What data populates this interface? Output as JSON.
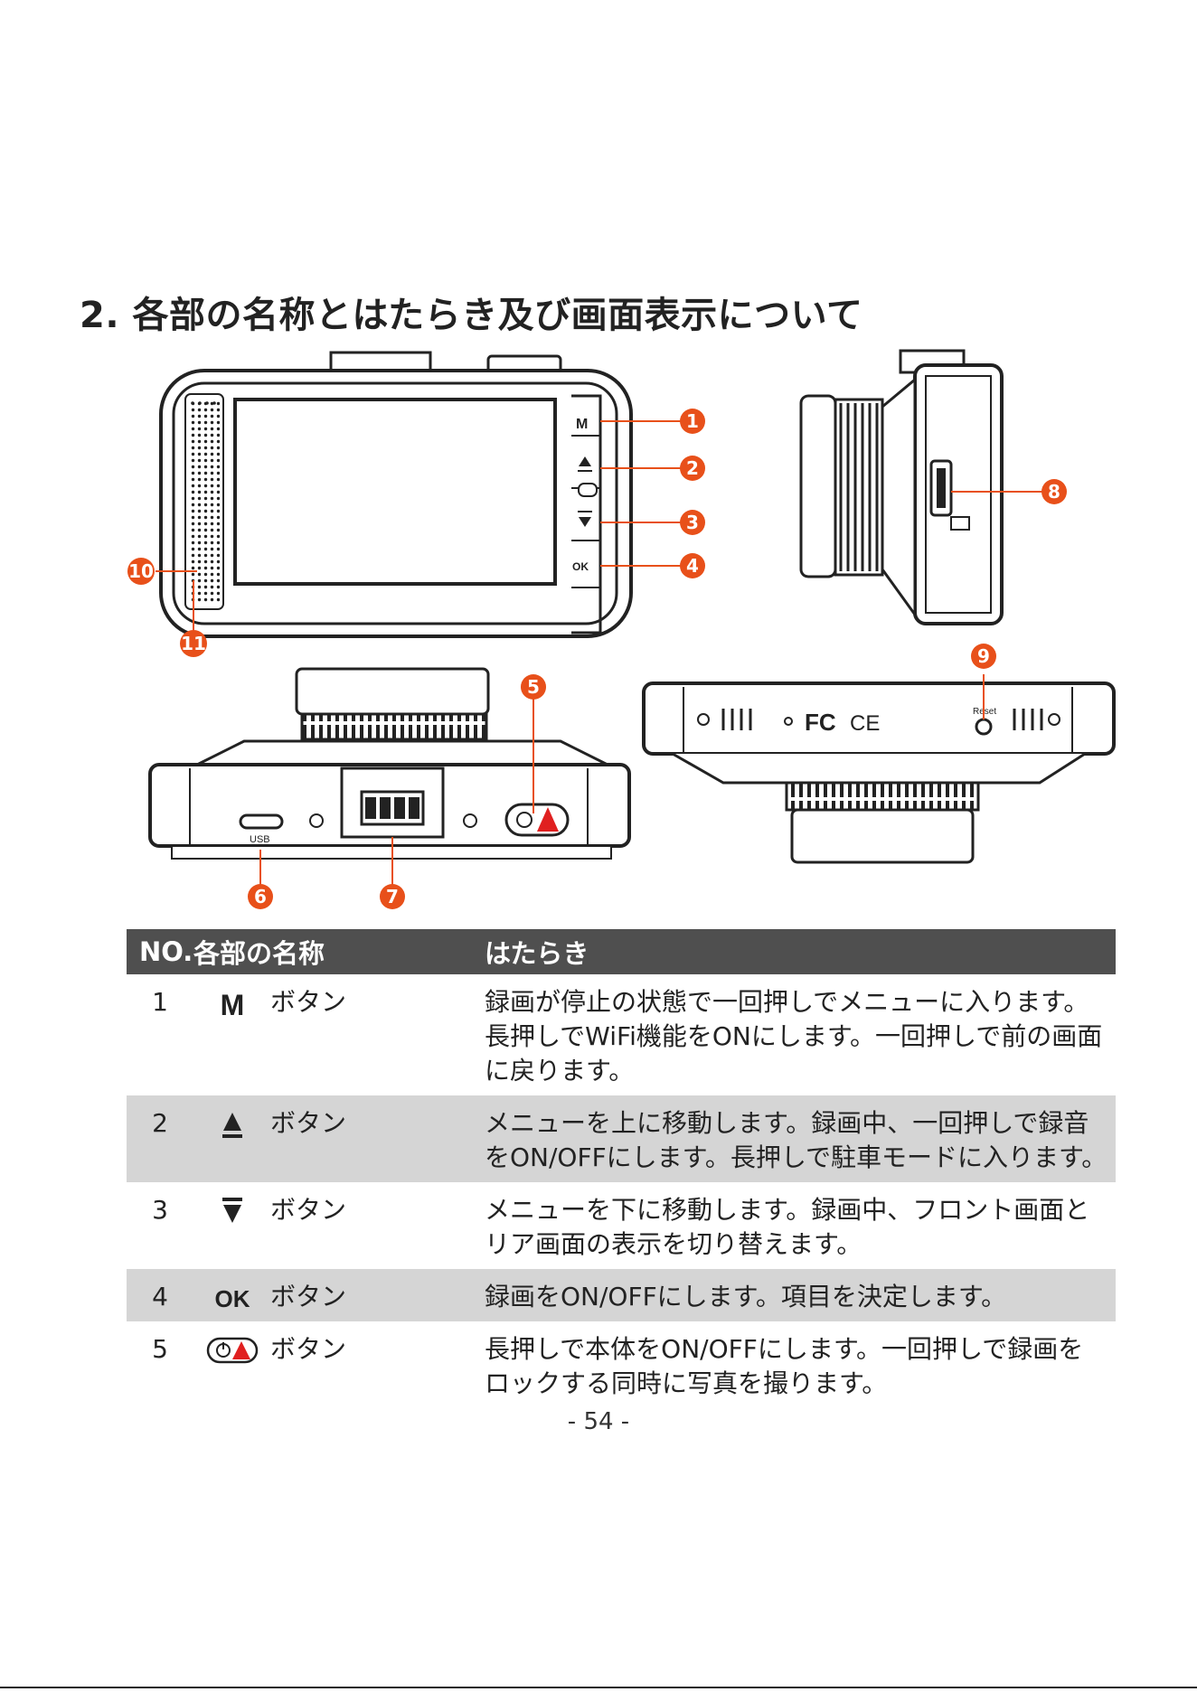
{
  "heading": "2. 各部の名称とはたらき及び画面表示について",
  "callouts": [
    "1",
    "2",
    "3",
    "4",
    "5",
    "6",
    "7",
    "8",
    "9",
    "10",
    "11"
  ],
  "device_labels": {
    "m_button": "M",
    "ok_button": "OK",
    "usb": "USB",
    "reset": "Reset",
    "fc": "FC",
    "ce": "CE"
  },
  "table": {
    "headers": {
      "no": "NO.",
      "name": "各部の名称",
      "function": "はたらき"
    },
    "rows": [
      {
        "no": "1",
        "icon": "m-letter-icon",
        "name": "ボタン",
        "function": "録画が停止の状態で一回押しでメニューに入ります。長押しでWiFi機能をONにします。一回押しで前の画面に戻ります。"
      },
      {
        "no": "2",
        "icon": "up-triangle-icon",
        "name": "ボタン",
        "function": "メニューを上に移動します。録画中、一回押しで録音をON/OFFにします。長押しで駐車モードに入ります。"
      },
      {
        "no": "3",
        "icon": "down-triangle-icon",
        "name": "ボタン",
        "function": "メニューを下に移動します。録画中、フロント画面とリア画面の表示を切り替えます。"
      },
      {
        "no": "4",
        "icon": "ok-text-icon",
        "icon_text": "OK",
        "name": "ボタン",
        "function": "録画をON/OFFにします。項目を決定します。"
      },
      {
        "no": "5",
        "icon": "power-lock-icon",
        "name": "ボタン",
        "function": "長押しで本体をON/OFFにします。一回押しで録画をロックする同時に写真を撮ります。"
      }
    ]
  },
  "page_number": "- 54 -",
  "colors": {
    "callout": "#e8501a",
    "header_bg": "#4f4f4f",
    "row_shade": "#d5d5d5",
    "device": "#222222"
  }
}
